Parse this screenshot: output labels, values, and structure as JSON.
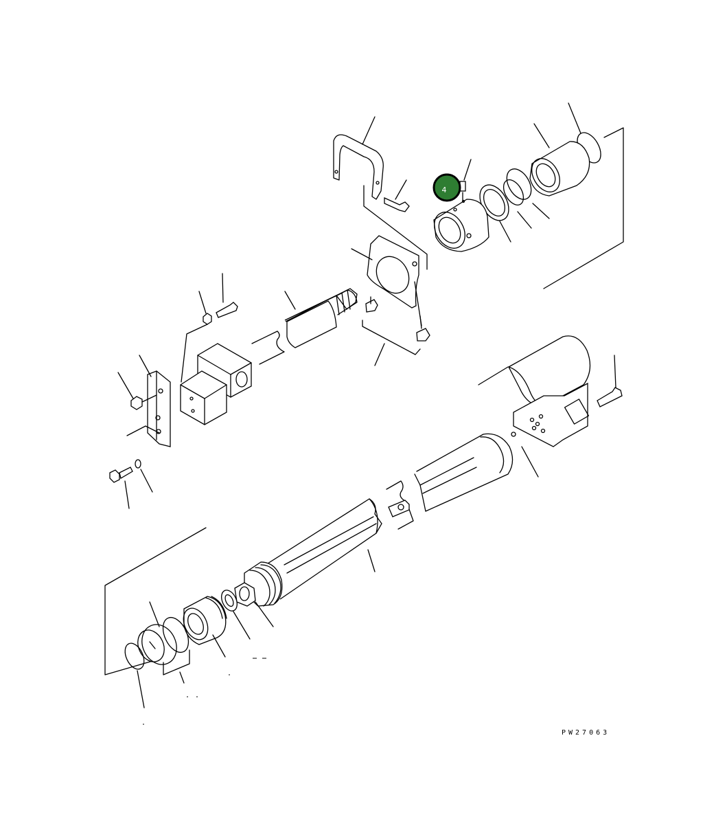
{
  "diagram": {
    "drawing_code": "PW27063",
    "callouts": [
      {
        "id": "callout-4",
        "label": "4",
        "color": "#2e7d32"
      }
    ]
  }
}
